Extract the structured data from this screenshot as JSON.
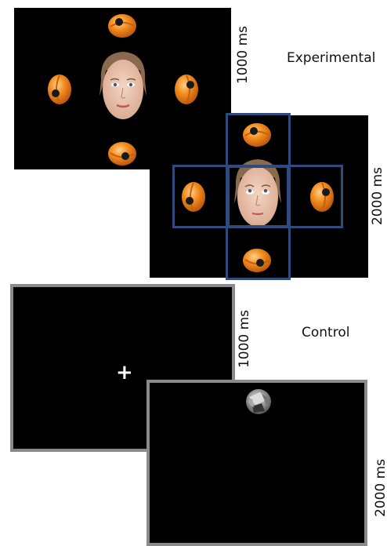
{
  "experimental": {
    "condition_label": "Experimental",
    "frame1_duration": "1000 ms",
    "frame2_duration": "2000 ms"
  },
  "control": {
    "condition_label": "Control",
    "frame1_duration": "1000 ms",
    "frame2_duration": "2000 ms",
    "fixation_symbol": "+"
  },
  "colors": {
    "screen_background": "#000000",
    "highlight_box": "#2f4a7c",
    "frame_border": "#8a8a8a",
    "object_orange": "#f28c1e"
  }
}
